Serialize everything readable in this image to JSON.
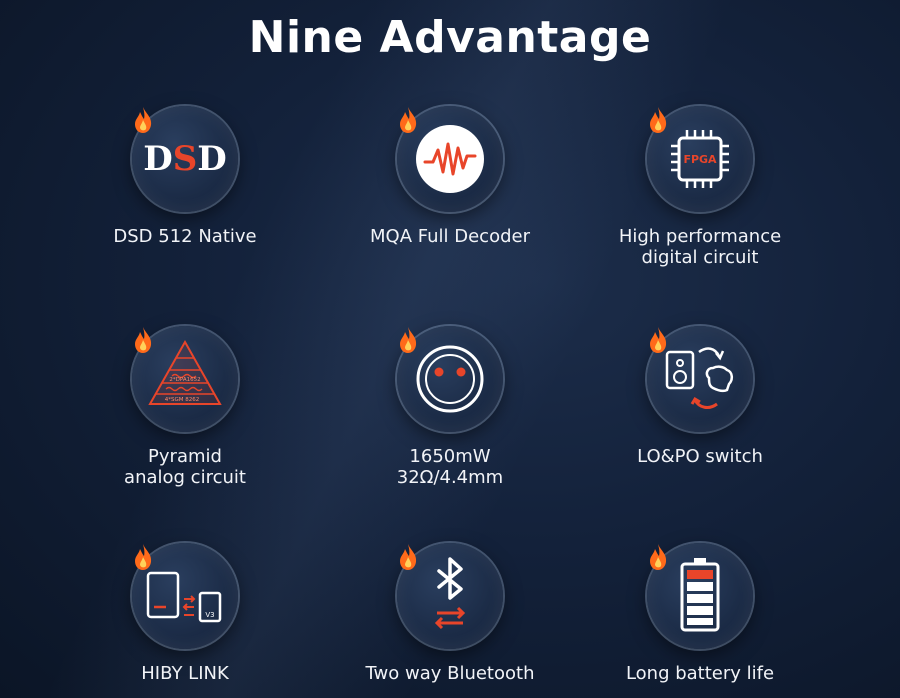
{
  "title": "Nine Advantage",
  "features": [
    {
      "label": "DSD 512 Native",
      "icon": "dsd-logo-icon"
    },
    {
      "label": "MQA Full Decoder",
      "icon": "waveform-icon"
    },
    {
      "label": "High performance\ndigital circuit",
      "icon": "fpga-chip-icon",
      "chip_text": "FPGA"
    },
    {
      "label": "Pyramid\nanalog circuit",
      "icon": "pyramid-icon",
      "pyramid_text": [
        "2*DPA1652",
        "4*SGM 8262"
      ]
    },
    {
      "label": "1650mW\n32Ω/4.4mm",
      "icon": "balanced-jack-icon"
    },
    {
      "label": "LO&PO switch",
      "icon": "speaker-headphone-switch-icon"
    },
    {
      "label": "HIBY LINK",
      "icon": "hiby-link-icon",
      "device_text": "V3"
    },
    {
      "label": "Two way Bluetooth",
      "icon": "bluetooth-icon"
    },
    {
      "label": "Long battery life",
      "icon": "battery-icon"
    }
  ],
  "colors": {
    "accent": "#e8452a",
    "flame": "#ff6a1a",
    "badge": "#1b2b46"
  }
}
